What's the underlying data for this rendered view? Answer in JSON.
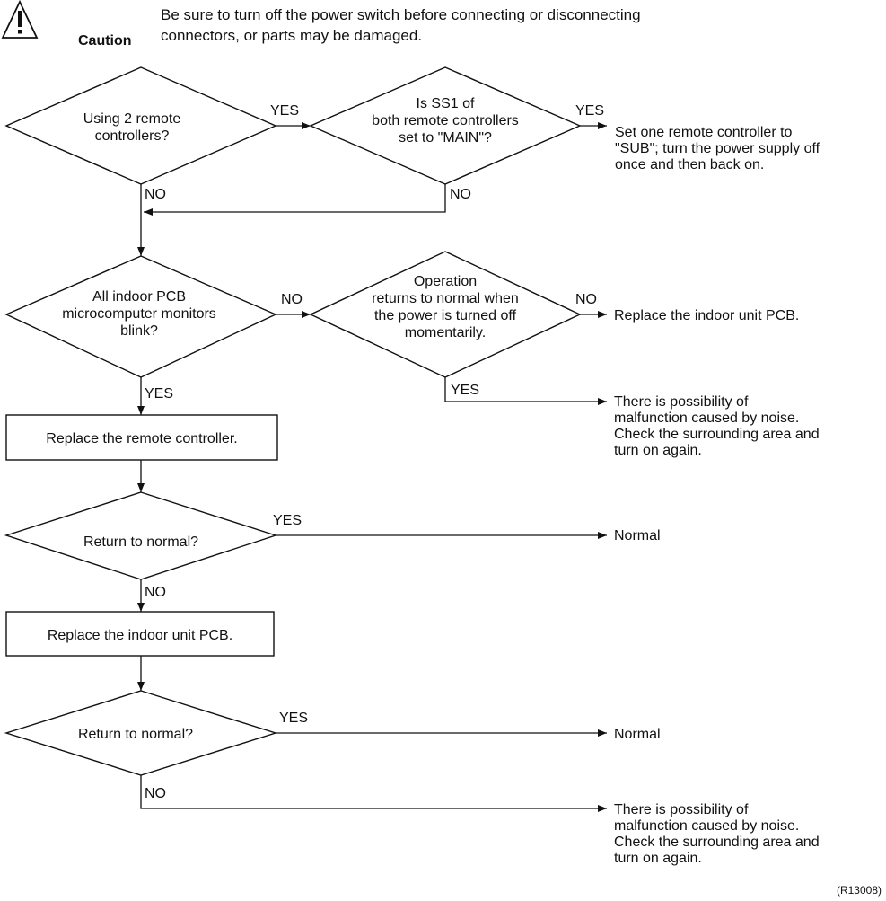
{
  "caution": {
    "word": "Caution",
    "lines": [
      "Be sure to turn off the power switch before connecting or disconnecting",
      "connectors, or parts may be damaged."
    ],
    "icon": "warning-triangle-icon"
  },
  "decisions": {
    "two_remotes": {
      "lines": [
        "Using 2 remote",
        "controllers?"
      ]
    },
    "ss1_main": {
      "lines": [
        "Is SS1 of",
        "both remote controllers",
        "set to \"MAIN\"?"
      ]
    },
    "pcb_blink": {
      "lines": [
        "All indoor PCB",
        "microcomputer monitors",
        "blink?"
      ]
    },
    "power_reset": {
      "lines": [
        "Operation",
        "returns to normal when",
        "the power is turned off",
        "momentarily."
      ]
    },
    "normal_1": {
      "lines": [
        "Return to normal?"
      ]
    },
    "normal_2": {
      "lines": [
        "Return to normal?"
      ]
    }
  },
  "processes": {
    "replace_remote": {
      "lines": [
        "Replace the remote controller."
      ]
    },
    "replace_pcb": {
      "lines": [
        "Replace the indoor unit PCB."
      ]
    }
  },
  "results": {
    "set_sub": {
      "lines": [
        "Set one remote controller to",
        "\"SUB\"; turn the power supply off",
        "once and then back on."
      ]
    },
    "replace_pcb_result": {
      "lines": [
        "Replace the indoor unit PCB."
      ]
    },
    "noise_1": {
      "lines": [
        "There is possibility of",
        "malfunction caused by noise.",
        "Check the surrounding area and",
        "turn on again."
      ]
    },
    "normal_result_1": {
      "lines": [
        "Normal"
      ]
    },
    "normal_result_2": {
      "lines": [
        "Normal"
      ]
    },
    "noise_2": {
      "lines": [
        "There is possibility of",
        "malfunction caused by noise.",
        "Check the surrounding area and",
        "turn on again."
      ]
    }
  },
  "labels": {
    "yes": "YES",
    "no": "NO"
  },
  "reference": "(R13008)"
}
